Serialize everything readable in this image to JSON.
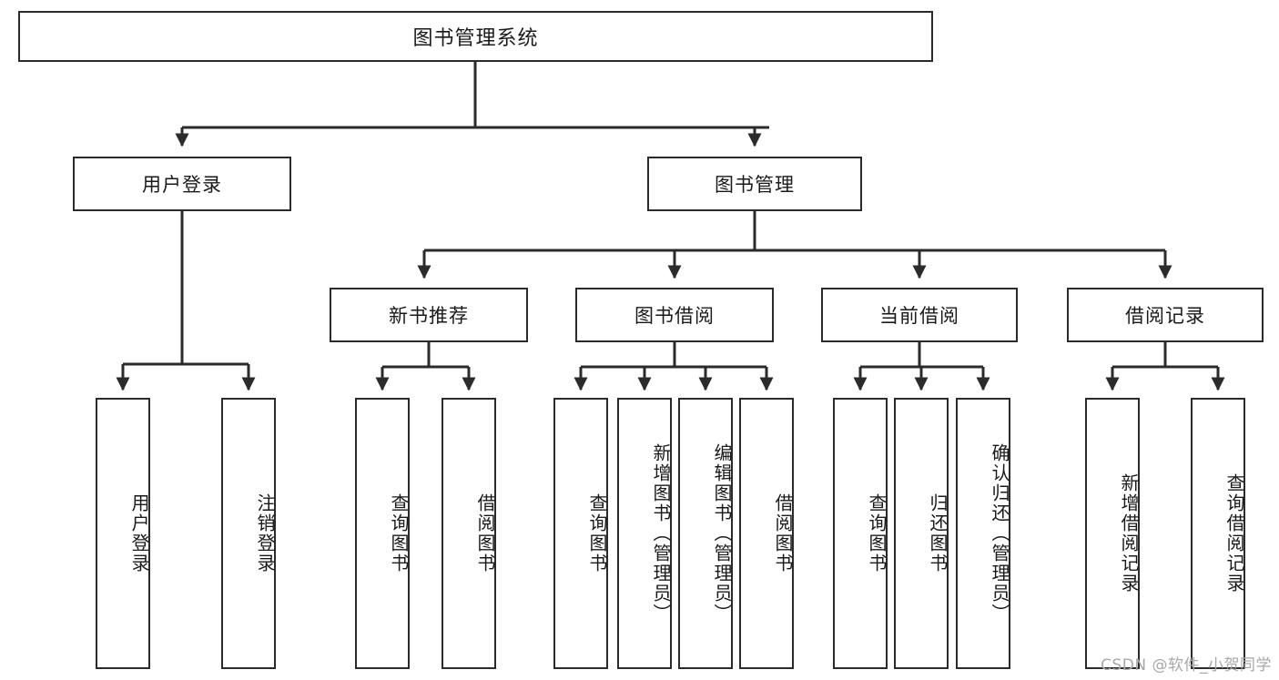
{
  "diagram": {
    "title": "图书管理系统",
    "type": "tree-hierarchy-diagram",
    "background_color": "#ffffff",
    "box_border_color": "#2b2b2b",
    "edge_color": "#2b2b2b",
    "watermark": "CSDN @软件_小贺同学"
  },
  "nodes": {
    "root": {
      "label": "图书管理系统",
      "level": 1
    },
    "level2": [
      {
        "id": "user_login",
        "label": "用户登录"
      },
      {
        "id": "book_manage",
        "label": "图书管理"
      }
    ],
    "level3": [
      {
        "id": "new_book_rec",
        "label": "新书推荐"
      },
      {
        "id": "book_borrow",
        "label": "图书借阅"
      },
      {
        "id": "current_borrow",
        "label": "当前借阅"
      },
      {
        "id": "borrow_record",
        "label": "借阅记录"
      }
    ],
    "leaves": {
      "user_login": [
        {
          "id": "leaf_user_login",
          "label": "用户登录"
        },
        {
          "id": "leaf_logout",
          "label": "注销登录"
        }
      ],
      "new_book_rec": [
        {
          "id": "leaf_query_book_1",
          "label": "查询图书"
        },
        {
          "id": "leaf_borrow_book_1",
          "label": "借阅图书"
        }
      ],
      "book_borrow": [
        {
          "id": "leaf_query_book_2",
          "label": "查询图书"
        },
        {
          "id": "leaf_add_book",
          "label": "新增图书（管理员）"
        },
        {
          "id": "leaf_edit_book",
          "label": "编辑图书（管理员）"
        },
        {
          "id": "leaf_borrow_book_2",
          "label": "借阅图书"
        }
      ],
      "current_borrow": [
        {
          "id": "leaf_query_book_3",
          "label": "查询图书"
        },
        {
          "id": "leaf_return_book",
          "label": "归还图书"
        },
        {
          "id": "leaf_confirm_return",
          "label": "确认归还（管理员）"
        }
      ],
      "borrow_record": [
        {
          "id": "leaf_add_record",
          "label": "新增借阅记录"
        },
        {
          "id": "leaf_query_record",
          "label": "查询借阅记录"
        }
      ]
    }
  }
}
